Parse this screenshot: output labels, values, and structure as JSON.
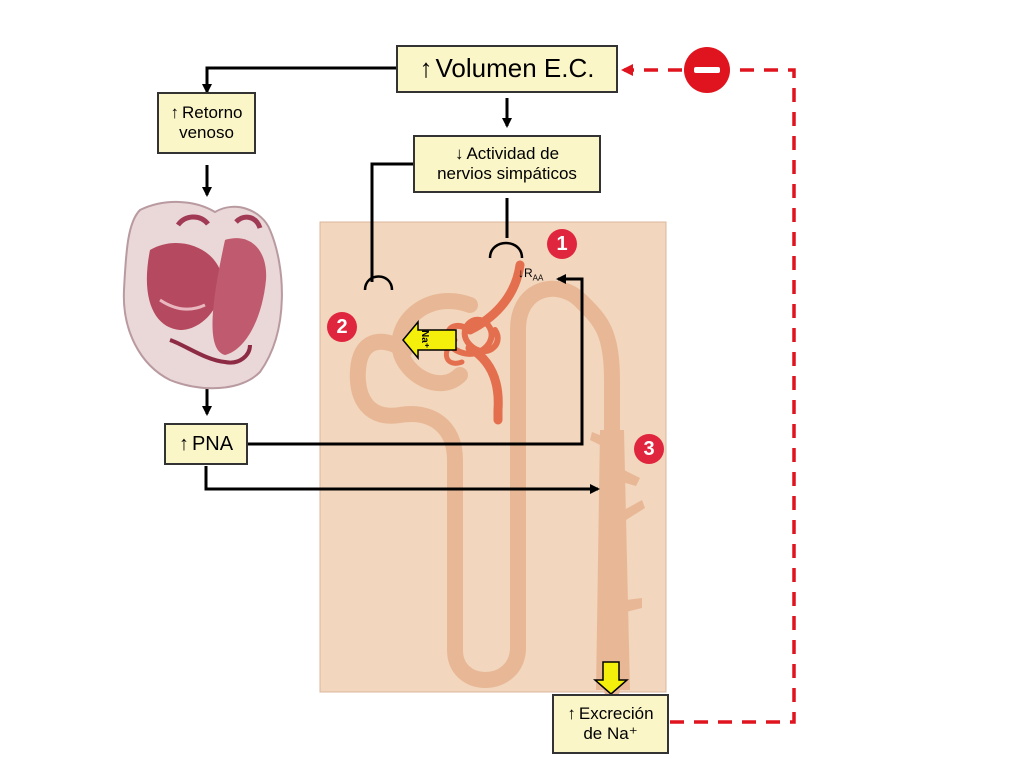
{
  "boxes": {
    "volumen": "Volumen E.C.",
    "retorno_1": "Retorno",
    "retorno_2": "venoso",
    "actividad_1": "Actividad de",
    "actividad_2": "nervios simpáticos",
    "pna": "PNA",
    "excrecion_1": "Excreción",
    "excrecion_2": "de Na⁺"
  },
  "arrows": {
    "up": "↑",
    "down": "↓"
  },
  "raa": {
    "arrow": "↓",
    "main": "R",
    "sub": "AA"
  },
  "na_label": "Na⁺",
  "badges": {
    "one": "1",
    "two": "2",
    "three": "3"
  },
  "colors": {
    "box_fill": "#fbf6c8",
    "panel": "#f2d6bd",
    "tubule": "#e8b896",
    "vessel": "#e36f4f",
    "badge_red": "#e0263f",
    "feedback_red": "#e0141e",
    "arrow_yellow": "#f4f00c"
  },
  "icons": {
    "heart": "heart-illustration",
    "minus": "minus-icon"
  }
}
